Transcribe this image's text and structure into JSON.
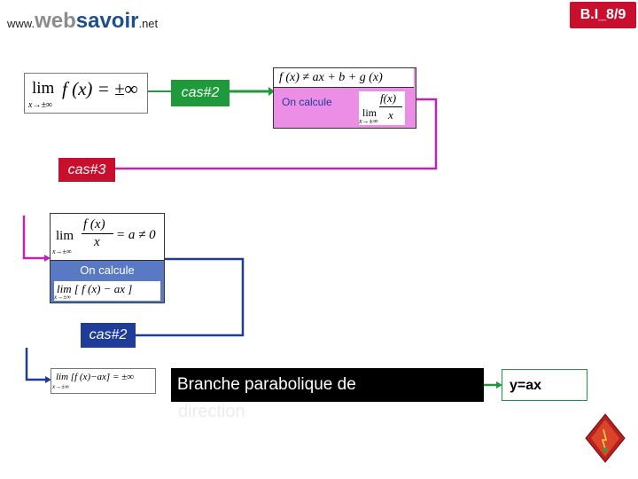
{
  "header": {
    "logo_prefix": "www.",
    "logo_web": "web",
    "logo_savoir": "savoir",
    "logo_suffix": ".net",
    "slide_id": "B.I_8/9"
  },
  "labels": {
    "cas2_top": "cas#2",
    "cas3": "cas#3",
    "cas2_bottom": "cas#2"
  },
  "box1": {
    "lim": "lim",
    "expr": "f (x) = ±∞",
    "sub": "x→±∞"
  },
  "box3": {
    "top_expr": "f (x) ≠ ax + b + g (x)",
    "on_calcule": "On calcule",
    "lim": "lim",
    "num": "f(x)",
    "den": "x",
    "sub": "x→±∞"
  },
  "box4": {
    "lim": "lim",
    "num": "f (x)",
    "den": "x",
    "rhs": "= a ≠ 0",
    "sub": "x→±∞",
    "on_calcule": "On calcule",
    "bottom_expr": "lim [ f (x) − ax ]",
    "bottom_sub": "x→±∞"
  },
  "box5": {
    "expr": "lim [f (x)−ax] = ±∞",
    "sub": "x→±∞"
  },
  "result": {
    "branche": "Branche parabolique de",
    "direction": "direction",
    "yax": "y=ax"
  },
  "colors": {
    "green": "#1f9a3a",
    "red": "#c8102e",
    "blue": "#1f3c99",
    "magenta": "#ec8ee6",
    "connector_magenta": "#c021b6",
    "periwinkle": "#5a79c4"
  },
  "icons": {
    "nav": "diamond-nav-icon"
  }
}
